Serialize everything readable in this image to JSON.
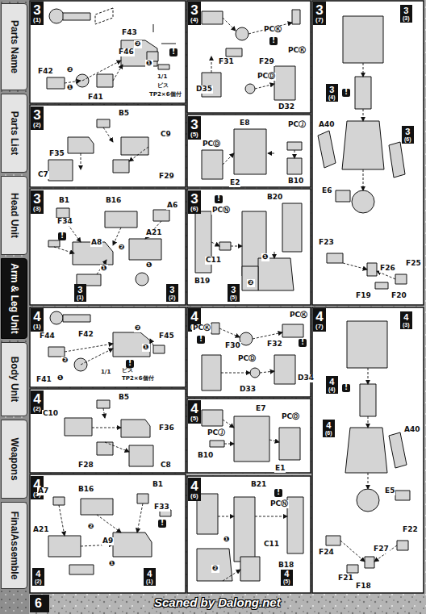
{
  "diagram": {
    "nodes": [
      {
        "text": [
          "Parts Name"
        ]
      },
      {
        "text": [
          "Parts List"
        ]
      },
      {
        "text": [
          "Head Unit"
        ]
      },
      {
        "text": [
          "Arm & Leg Unit"
        ]
      },
      {
        "text": [
          "Body Unit"
        ]
      },
      {
        "text": [
          "Weapons"
        ]
      },
      {
        "text": [
          "FinalAssemble"
        ]
      },
      {
        "text": [
          "3",
          "(1)"
        ]
      },
      {
        "text": [
          "3",
          "(2)"
        ]
      },
      {
        "text": [
          "3",
          "(3)"
        ]
      },
      {
        "text": [
          "3",
          "(1)"
        ]
      },
      {
        "text": [
          "3",
          "(2)"
        ]
      },
      {
        "text": [
          "3",
          "(4)"
        ]
      },
      {
        "text": [
          "3",
          "(5)"
        ]
      },
      {
        "text": [
          "3",
          "(6)"
        ]
      },
      {
        "text": [
          "3",
          "(5)"
        ]
      },
      {
        "text": [
          "3",
          "(7)"
        ]
      },
      {
        "text": [
          "3",
          "(3)"
        ]
      },
      {
        "text": [
          "3",
          "(4)"
        ]
      },
      {
        "text": [
          "3",
          "(6)"
        ]
      },
      {
        "text": [
          "4",
          "(1)"
        ]
      },
      {
        "text": [
          "4",
          "(2)"
        ]
      },
      {
        "text": [
          "4",
          "(3)"
        ]
      },
      {
        "text": [
          "4",
          "(2)"
        ]
      },
      {
        "text": [
          "4",
          "(1)"
        ]
      },
      {
        "text": [
          "4",
          "(4)"
        ]
      },
      {
        "text": [
          "4",
          "(5)"
        ]
      },
      {
        "text": [
          "4",
          "(6)"
        ]
      },
      {
        "text": [
          "4",
          "(5)"
        ]
      },
      {
        "text": [
          "4",
          "(7)"
        ]
      },
      {
        "text": [
          "4",
          "(3)"
        ]
      },
      {
        "text": [
          "4",
          "(4)"
        ]
      },
      {
        "text": [
          "4",
          "(6)"
        ]
      },
      {
        "text": [
          "6"
        ]
      }
    ],
    "labels": [
      "F43",
      "❷",
      "F46",
      "❶",
      "F42",
      "❷",
      "❶",
      "F41",
      "!",
      "1/1",
      "ビス",
      "TP2×6個付",
      "B5",
      "F35",
      "C9",
      "C7",
      "F29",
      "B1",
      "B16",
      "A6",
      "F34",
      "!",
      "A8",
      "A21",
      "❷",
      "❶",
      "❶",
      "PCⓀ",
      "!",
      "PCⓀ",
      "F31",
      "F29",
      "PCⒹ",
      "D35",
      "D32",
      "E8",
      "PCⒿ",
      "PCⒹ",
      "E2",
      "B10",
      "!",
      "PCⓃ",
      "B20",
      "C11",
      "B19",
      "❶",
      "❷",
      "!",
      "A40",
      "E6",
      "F23",
      "F26",
      "F25",
      "F19",
      "F20",
      "F45",
      "❷",
      "❶",
      "F44",
      "❷",
      "F42",
      "!",
      "1/1",
      "ビス",
      "TP2×6個付",
      "F41",
      "❶",
      "B5",
      "C10",
      "F36",
      "F28",
      "C8",
      "A7",
      "B16",
      "B1",
      "F33",
      "!",
      "A21",
      "A9",
      "❷",
      "❶",
      "PCⓀ",
      "!",
      "F30",
      "F32",
      "PCⓀ",
      "!",
      "PCⒹ",
      "D34",
      "D33",
      "E7",
      "PCⓄ",
      "PCⒿ",
      "B10",
      "E1",
      "B21",
      "!",
      "PCⓃ",
      "C11",
      "B18",
      "❶",
      "❷",
      "!",
      "A40",
      "E5",
      "F22",
      "F24",
      "F27",
      "F21",
      "F18",
      "Scaned by Dalong.net"
    ]
  }
}
